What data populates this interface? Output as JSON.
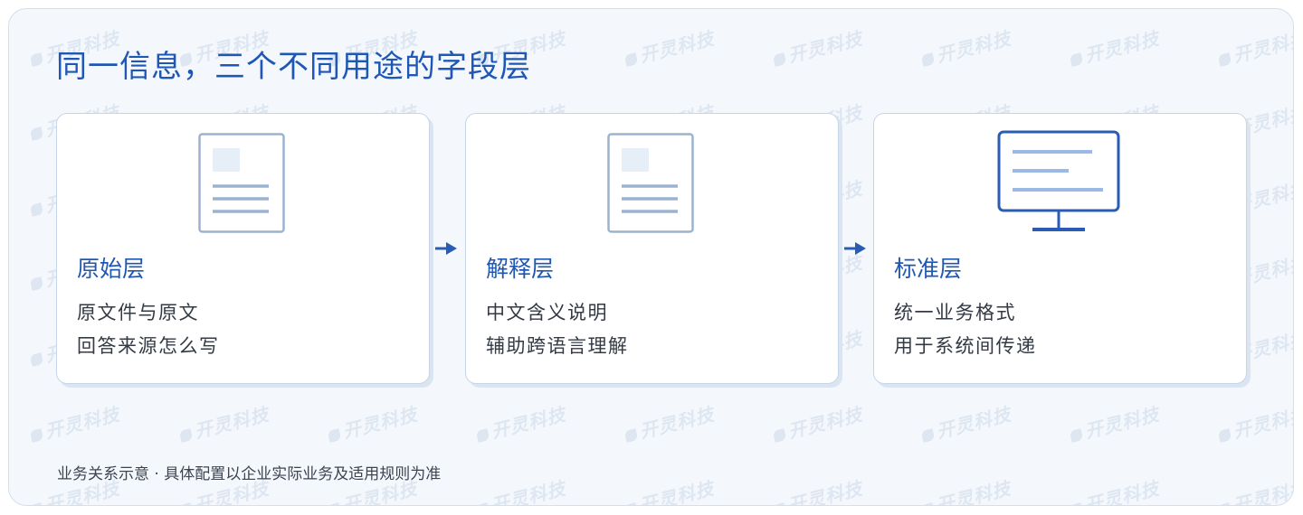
{
  "title": "同一信息，三个不同用途的字段层",
  "watermark_text": "开灵科技",
  "layers": [
    {
      "icon": "document-icon",
      "title": "原始层",
      "lines": [
        "原文件与原文",
        "回答来源怎么写"
      ]
    },
    {
      "icon": "document-icon",
      "title": "解释层",
      "lines": [
        "中文含义说明",
        "辅助跨语言理解"
      ]
    },
    {
      "icon": "monitor-icon",
      "title": "标准层",
      "lines": [
        "统一业务格式",
        "用于系统间传递"
      ]
    }
  ],
  "footer": "业务关系示意 · 具体配置以企业实际业务及适用规则为准",
  "colors": {
    "accent": "#1f57b4",
    "panel_bg": "#f4f8fd",
    "card_border": "#c6d6e8",
    "doc_icon": "#9cb3cf",
    "doc_fill": "#e6eef8",
    "monitor_stroke": "#2a5cb6",
    "monitor_lines": "#9ab9e6",
    "text": "#333a44"
  }
}
